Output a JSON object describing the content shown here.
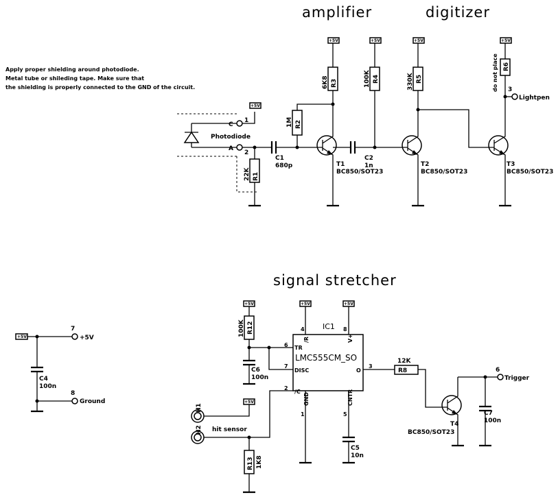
{
  "titles": {
    "amplifier": "amplifier",
    "digitizer": "digitizer",
    "stretcher": "signal stretcher"
  },
  "note": [
    "Apply proper shielding around photodiode.",
    "Metal tube or shileding tape. Make sure that",
    "the shielding is properly connected to the GND of the circuit."
  ],
  "supply": "+5V",
  "photodiode": {
    "label": "Photodiode",
    "pin_c": "C",
    "pin_a": "A",
    "num_c": "1",
    "num_a": "2"
  },
  "resistors": {
    "r1": {
      "name": "R1",
      "value": "22K"
    },
    "r2": {
      "name": "R2",
      "value": "1M"
    },
    "r3": {
      "name": "R3",
      "value": "6K8"
    },
    "r4": {
      "name": "R4",
      "value": "100K"
    },
    "r5": {
      "name": "R5",
      "value": "330K"
    },
    "r6": {
      "name": "R6",
      "value": "do not place"
    },
    "r8": {
      "name": "R8",
      "value": "12K"
    },
    "r12": {
      "name": "R12",
      "value": "100K"
    },
    "r13": {
      "name": "R13",
      "value": "1K8"
    }
  },
  "capacitors": {
    "c1": {
      "name": "C1",
      "value": "680p"
    },
    "c2": {
      "name": "C2",
      "value": "1n"
    },
    "c4": {
      "name": "C4",
      "value": "100n"
    },
    "c5": {
      "name": "C5",
      "value": "10n"
    },
    "c6": {
      "name": "C6",
      "value": "100n"
    },
    "c7": {
      "name": "C7",
      "value": "100n"
    }
  },
  "transistors": {
    "t1": {
      "name": "T1",
      "type": "BC850/SOT23"
    },
    "t2": {
      "name": "T2",
      "type": "BC850/SOT23"
    },
    "t3": {
      "name": "T3",
      "type": "BC850/SOT23"
    },
    "t4": {
      "name": "T4",
      "type": "BC850/SOT23"
    }
  },
  "ic": {
    "name": "IC1",
    "part": "LMC555CM_SO",
    "pins": {
      "tr": "TR",
      "disc": "DISC",
      "c": "/C",
      "r": "/R",
      "v": "V+",
      "o": "O",
      "gnd": "GND",
      "cntr": "CNTR"
    },
    "pin_numbers": {
      "tr": "6",
      "disc": "7",
      "c": "2",
      "r": "4",
      "v": "8",
      "o": "3",
      "gnd": "1",
      "cntr": "5"
    }
  },
  "terminals": {
    "lightpen": {
      "num": "3",
      "label": "Lightpen"
    },
    "vcc": {
      "num": "7",
      "label": "+5V"
    },
    "ground": {
      "num": "8",
      "label": "Ground"
    },
    "trigger": {
      "num": "6",
      "label": "Trigger"
    }
  },
  "hits": {
    "h1": "H1",
    "h2": "H2",
    "label": "hit sensor"
  }
}
